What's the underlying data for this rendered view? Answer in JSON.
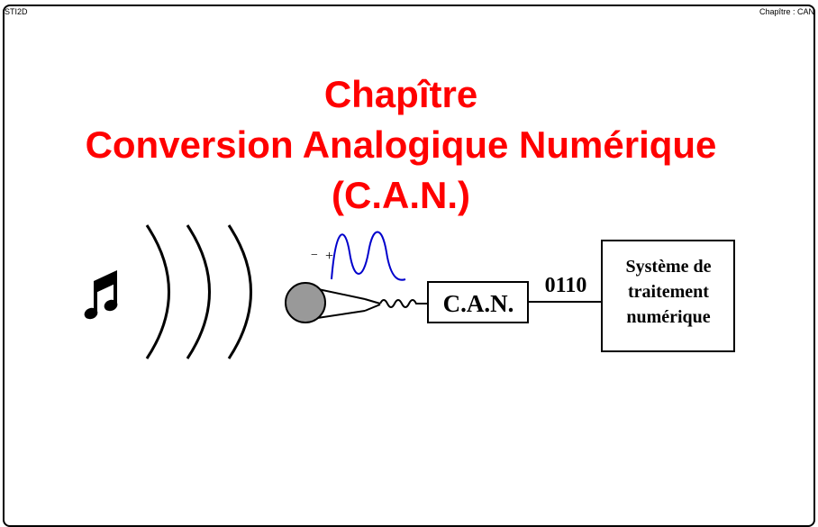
{
  "header": {
    "left": "STI2D",
    "right": "Chapître : CAN"
  },
  "title": {
    "line1": "Chapître",
    "line2": "Conversion Analogique Numérique",
    "line3": "(C.A.N.)"
  },
  "diagram": {
    "music_note_icon": "music-note-icon",
    "polarity_minus": "−",
    "polarity_plus": "+",
    "can_label": "C.A.N.",
    "digital_value": "0110",
    "system_line1": "Système de",
    "system_line2": "traitement",
    "system_line3": "numérique"
  },
  "colors": {
    "title": "#ff0000",
    "wave": "#0000cc",
    "microphone": "#999999"
  }
}
